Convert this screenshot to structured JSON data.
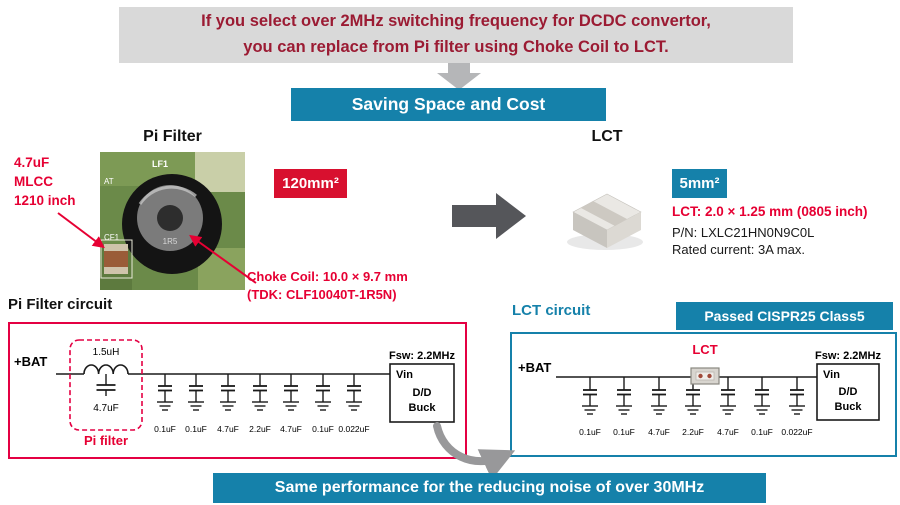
{
  "colors": {
    "teal": "#1581aa",
    "red": "#d8102f",
    "red_text": "#e60033",
    "maroon": "#9b1b33",
    "banner_gray": "#d9d9d9"
  },
  "header": {
    "line1": "If you select over 2MHz switching frequency for DCDC convertor,",
    "line2": "you can replace from Pi filter using Choke Coil to LCT."
  },
  "saving_banner": "Saving Space and Cost",
  "pi_filter": {
    "title": "Pi Filter",
    "area": "120mm²",
    "mlcc_note": [
      "4.7uF",
      "MLCC",
      "1210 inch"
    ],
    "choke_note": [
      "Choke Coil: 10.0 × 9.7 mm",
      "(TDK: CLF10040T-1R5N)"
    ],
    "pcb_labels": {
      "lf1": "LF1",
      "cf1": "CF1",
      "at": "AT",
      "coil": "1R5"
    }
  },
  "lct": {
    "title": "LCT",
    "area": "5mm²",
    "dim": "LCT: 2.0 × 1.25 mm (0805 inch)",
    "part_number": "P/N: LXLC21HN0N9C0L",
    "rated_current": "Rated current: 3A max."
  },
  "pi_circuit": {
    "title": "Pi Filter circuit",
    "bat": "+BAT",
    "inductor_value": "1.5uH",
    "pi_cap_value": "4.7uF",
    "pi_label": "Pi filter",
    "caps": [
      "0.1uF",
      "0.1uF",
      "4.7uF",
      "2.2uF",
      "4.7uF",
      "0.1uF",
      "0.022uF"
    ],
    "fsw": "Fsw: 2.2MHz",
    "load": [
      "Vin",
      "D/D",
      "Buck"
    ]
  },
  "lct_circuit": {
    "title": "LCT circuit",
    "passed_badge": "Passed CISPR25 Class5",
    "bat": "+BAT",
    "lct_label": "LCT",
    "caps": [
      "0.1uF",
      "0.1uF",
      "4.7uF",
      "2.2uF",
      "4.7uF",
      "0.1uF",
      "0.022uF"
    ],
    "fsw": "Fsw: 2.2MHz",
    "load": [
      "Vin",
      "D/D",
      "Buck"
    ]
  },
  "footer": "Same performance for the reducing noise of over 30MHz"
}
